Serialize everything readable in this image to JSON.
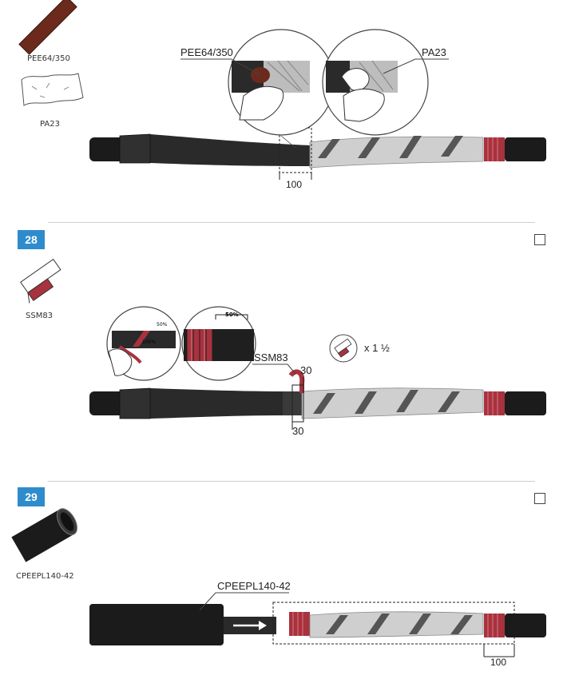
{
  "step27": {
    "materials": [
      {
        "code": "PEE64/350",
        "icon": "abrasive-strip-icon"
      },
      {
        "code": "PA23",
        "icon": "cleaning-cloth-icon"
      }
    ],
    "callout_left": "PEE64/350",
    "callout_right": "PA23",
    "dimension": "100"
  },
  "step28": {
    "number": "28",
    "material": {
      "code": "SSM83",
      "icon": "sealing-tape-icon"
    },
    "overlap_50": "50%",
    "overlap_100": "100%",
    "overlap_50_b": "50%",
    "tape_label": "SSM83",
    "dim_top": "30",
    "dim_bottom": "30",
    "wraps": "x 1 ½"
  },
  "step29": {
    "number": "29",
    "material": {
      "code": "CPEEPL140-42",
      "icon": "heat-shrink-tube-icon"
    },
    "callout": "CPEEPL140-42",
    "dimension": "100"
  },
  "colors": {
    "badge": "#2e8ccc",
    "cable": "#1b1b1b",
    "tape_red": "#a8323e",
    "screen_grey": "#c9c9c9"
  }
}
